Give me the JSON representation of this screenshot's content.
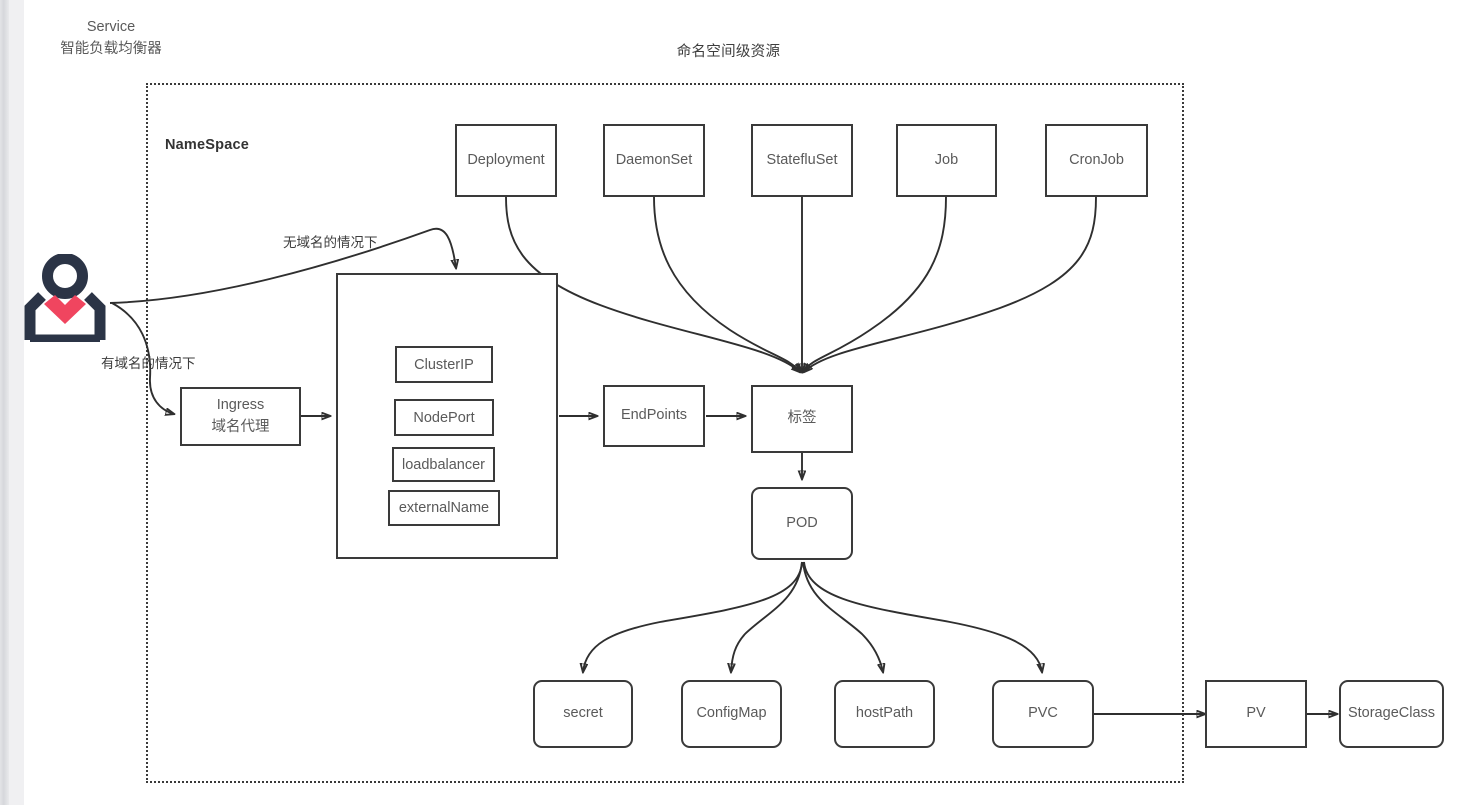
{
  "title": "命名空间级资源",
  "namespace": {
    "label": "NameSpace"
  },
  "colors": {
    "stroke": "#2f2f2f",
    "node_text": "#5a5a5a",
    "title_text": "#3d3d3d",
    "person_body": "#2b3446",
    "person_accent": "#f0455f",
    "canvas": "#ffffff",
    "gutter": "#f0f0f2"
  },
  "actor": {
    "icon": "user-person-icon"
  },
  "annotations": {
    "no_domain": "无域名的情况下",
    "has_domain": "有域名的情况下"
  },
  "workloads": [
    {
      "label": "Deployment"
    },
    {
      "label": "DaemonSet"
    },
    {
      "label": "StatefluSet"
    },
    {
      "label": "Job"
    },
    {
      "label": "CronJob"
    }
  ],
  "ingress": {
    "line1": "Ingress",
    "line2": "域名代理"
  },
  "service": {
    "line1": "Service",
    "line2": "智能负载均衡器",
    "types": [
      {
        "label": "ClusterIP"
      },
      {
        "label": "NodePort"
      },
      {
        "label": "loadbalancer"
      },
      {
        "label": "externalName"
      }
    ]
  },
  "pipeline": {
    "endpoints": "EndPoints",
    "labels": "标签",
    "pod": "POD"
  },
  "volumes": [
    {
      "label": "secret"
    },
    {
      "label": "ConfigMap"
    },
    {
      "label": "hostPath"
    },
    {
      "label": "PVC"
    }
  ],
  "cluster_scoped": [
    {
      "label": "PV"
    },
    {
      "label": "StorageClass"
    }
  ]
}
